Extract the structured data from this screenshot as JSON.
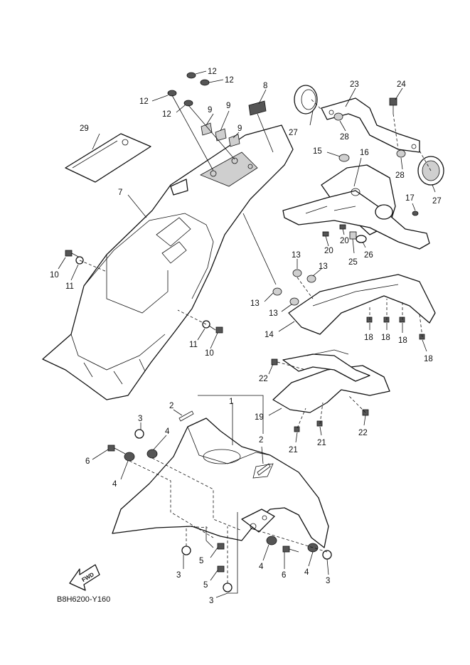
{
  "diagram_code": "B8H6200-Y160",
  "fwd_label": "FWD",
  "callouts": [
    "1",
    "2",
    "2",
    "3",
    "3",
    "3",
    "3",
    "4",
    "4",
    "4",
    "4",
    "5",
    "5",
    "6",
    "6",
    "7",
    "8",
    "9",
    "9",
    "9",
    "10",
    "10",
    "11",
    "11",
    "12",
    "12",
    "12",
    "12",
    "13",
    "13",
    "13",
    "13",
    "14",
    "15",
    "16",
    "17",
    "18",
    "18",
    "18",
    "18",
    "19",
    "20",
    "20",
    "21",
    "21",
    "22",
    "22",
    "23",
    "24",
    "25",
    "26",
    "27",
    "27",
    "28",
    "28",
    "29"
  ]
}
